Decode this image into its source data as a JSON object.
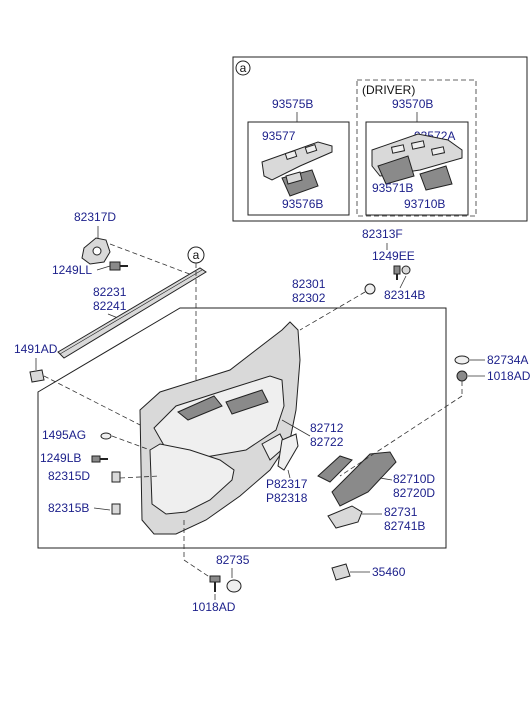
{
  "inset": {
    "circle_ref": "a",
    "driver_label": "(DRIVER)",
    "left_group": {
      "assembly": "93575B",
      "top_part": "93577",
      "bottom_part": "93576B"
    },
    "right_group": {
      "assembly": "93570B",
      "top_part": "93572A",
      "mid_part": "93571B",
      "bottom_part": "93710B"
    }
  },
  "callout_ref": "a",
  "parts": {
    "p82317D": "82317D",
    "p1249LL": "1249LL",
    "p82231": "82231",
    "p82241": "82241",
    "p1491AD": "1491AD",
    "p82313F": "82313F",
    "p1249EE": "1249EE",
    "p82314B": "82314B",
    "p82301": "82301",
    "p82302": "82302",
    "p82734A": "82734A",
    "p1018AD_r": "1018AD",
    "p1495AG": "1495AG",
    "p1249LB": "1249LB",
    "p82315D": "82315D",
    "p82315B": "82315B",
    "p82712": "82712",
    "p82722": "82722",
    "pP82317": "P82317",
    "pP82318": "P82318",
    "p82710D": "82710D",
    "p82720D": "82720D",
    "p82731": "82731",
    "p82741B": "82741B",
    "p82735": "82735",
    "p1018AD_b": "1018AD",
    "p35460": "35460"
  }
}
